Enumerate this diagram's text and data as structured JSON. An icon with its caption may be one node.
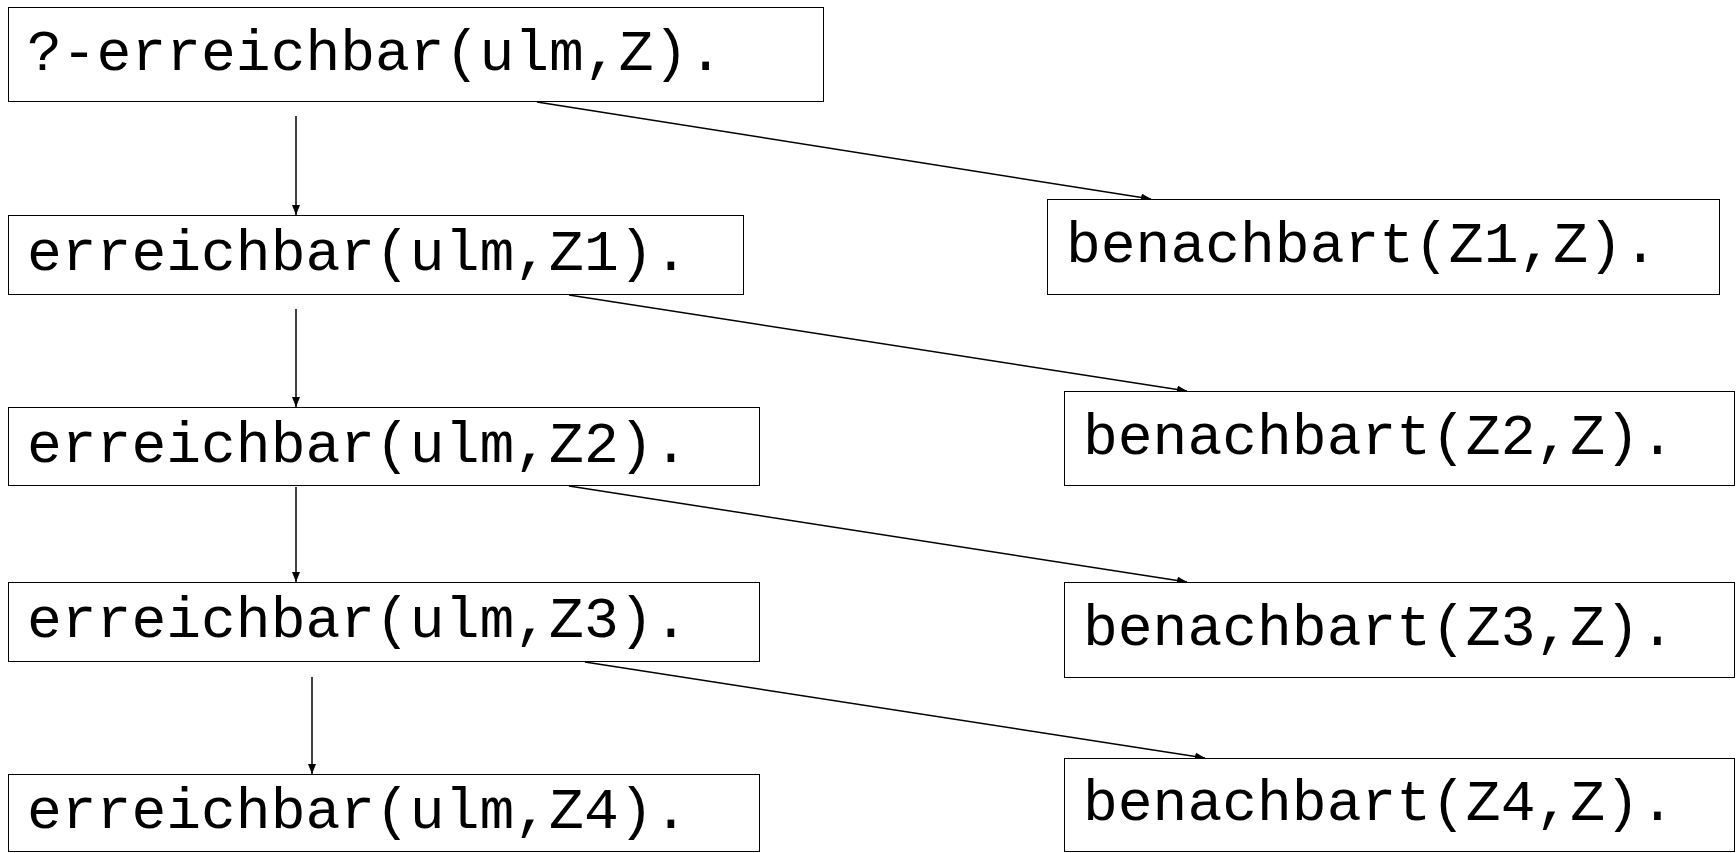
{
  "diagram": {
    "nodes": [
      {
        "text": [
          "?-erreichbar(ulm,Z)."
        ]
      },
      {
        "text": [
          "erreichbar(ulm,Z1)."
        ]
      },
      {
        "text": [
          "benachbart(Z1,Z)."
        ]
      },
      {
        "text": [
          "erreichbar(ulm,Z2)."
        ]
      },
      {
        "text": [
          "benachbart(Z2,Z)."
        ]
      },
      {
        "text": [
          "erreichbar(ulm,Z3)."
        ]
      },
      {
        "text": [
          "benachbart(Z3,Z)."
        ]
      },
      {
        "text": [
          "erreichbar(ulm,Z4)."
        ]
      },
      {
        "text": [
          "benachbart(Z4,Z)."
        ]
      }
    ],
    "edges": [
      {
        "from": 0,
        "to": 1,
        "arrow": "to"
      },
      {
        "from": 0,
        "to": 2,
        "arrow": "to"
      },
      {
        "from": 1,
        "to": 3,
        "arrow": "to"
      },
      {
        "from": 1,
        "to": 4,
        "arrow": "to"
      },
      {
        "from": 3,
        "to": 5,
        "arrow": "to"
      },
      {
        "from": 3,
        "to": 6,
        "arrow": "to"
      },
      {
        "from": 5,
        "to": 7,
        "arrow": "to"
      },
      {
        "from": 5,
        "to": 8,
        "arrow": "to"
      }
    ]
  }
}
